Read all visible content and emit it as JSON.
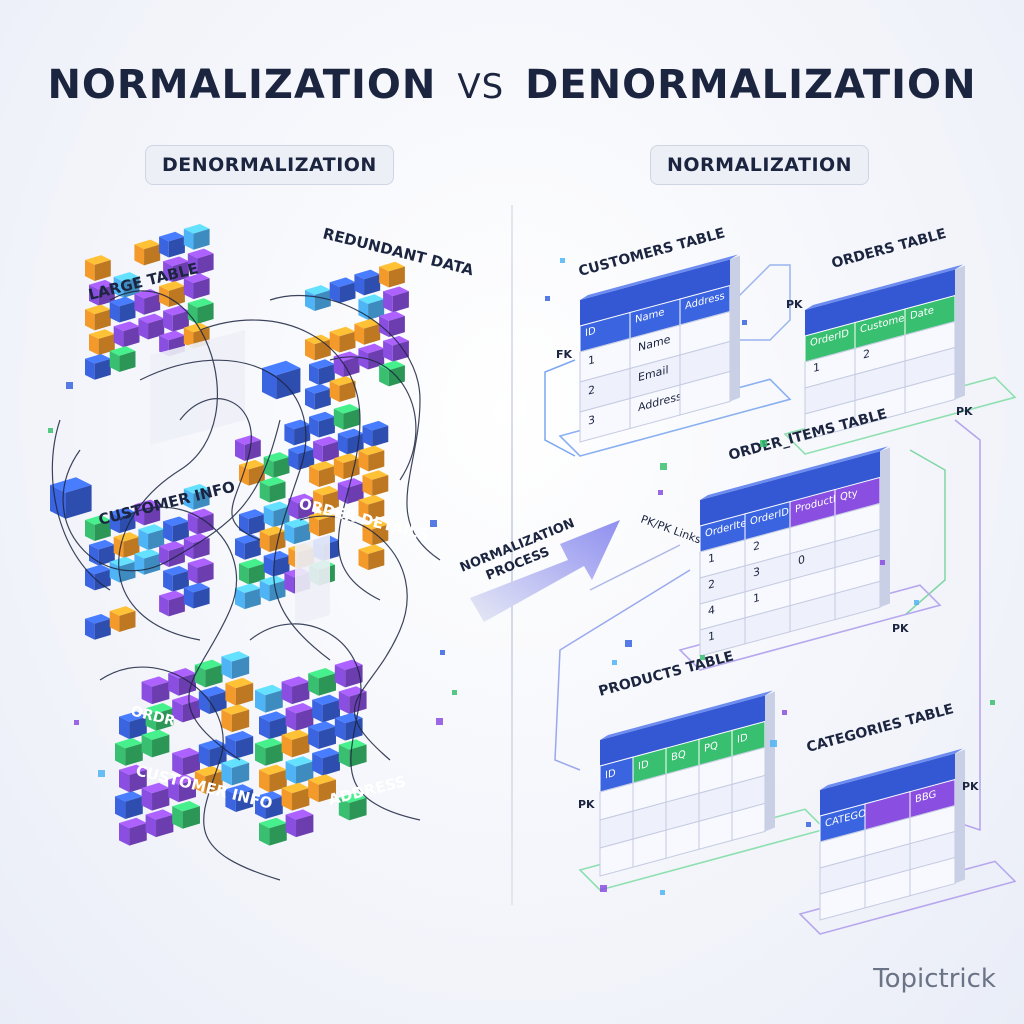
{
  "title": {
    "left": "NORMALIZATION",
    "vs": "VS",
    "right": "DENORMALIZATION"
  },
  "sections": {
    "left": "DENORMALIZATION",
    "right": "NORMALIZATION"
  },
  "denorm_labels": {
    "large_table": "LARGE TABLE",
    "redundant": "REDUNDANT DATA",
    "customer_info_top": "CUSTOMER INFO",
    "order_details": "ORDER DETAILS",
    "order_fragment": "ORDR",
    "customer_info_bottom": "CUSTOMER INFO",
    "address": "ADDRESS"
  },
  "process": {
    "label_line1": "NORMALIZATION",
    "label_line2": "PROCESS"
  },
  "links_label": "PK/PK Links",
  "tables": {
    "customers": {
      "title": "CUSTOMERS TABLE",
      "headers": [
        "ID",
        "Name",
        "Address"
      ],
      "rows": [
        [
          "1",
          "Name"
        ],
        [
          "2",
          "Email"
        ],
        [
          "3",
          "Address"
        ]
      ],
      "key": "FK"
    },
    "orders": {
      "title": "ORDERS TABLE",
      "headers": [
        "OrderID",
        "CustomerID",
        "Date"
      ],
      "rows": [
        [
          "1",
          "2"
        ]
      ],
      "key_top": "PK",
      "key_bottom": "PK"
    },
    "order_items": {
      "title": "ORDER_ITEMS TABLE",
      "headers": [
        "OrderItemsID",
        "OrderID",
        "ProductID",
        "Qty"
      ],
      "rows": [
        [
          "1",
          "2"
        ],
        [
          "2",
          "3",
          "0"
        ],
        [
          "4",
          "1"
        ],
        [
          "1"
        ]
      ],
      "key": "PK"
    },
    "products": {
      "title": "PRODUCTS TABLE",
      "headers": [
        "ID",
        "ID",
        "BQ",
        "PQ",
        "ID"
      ],
      "key": "PK"
    },
    "categories": {
      "title": "CATEGORIES TABLE",
      "headers": [
        "CATEGORIES",
        "BBG"
      ],
      "key": "PK"
    }
  },
  "brand": "Topictrick",
  "colors": {
    "blue": "#3a64e0",
    "purple": "#8a4ee0",
    "green": "#38c070",
    "orange": "#f39a2a",
    "cyan": "#4fb4f5",
    "ink": "#1c2540"
  }
}
